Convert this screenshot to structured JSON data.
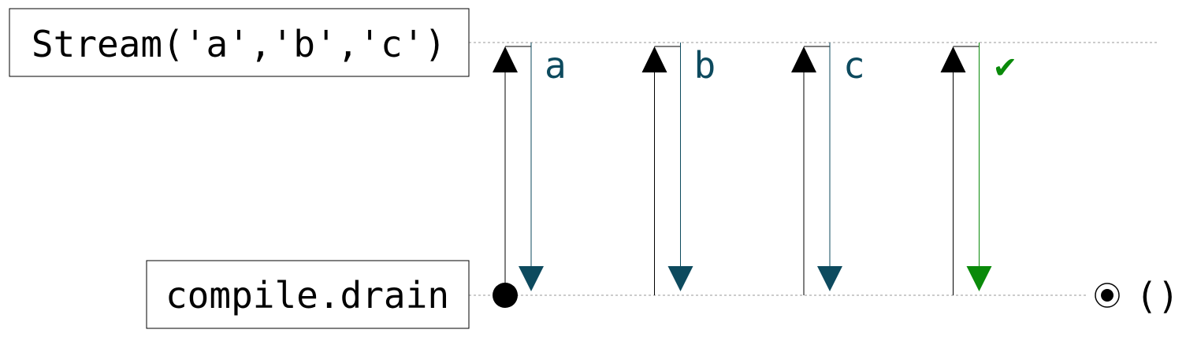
{
  "source": {
    "label": "Stream('a','b','c')"
  },
  "sink": {
    "label": "compile.drain"
  },
  "result": {
    "label": "()"
  },
  "emissions": [
    {
      "label": "a",
      "kind": "element"
    },
    {
      "label": "b",
      "kind": "element"
    },
    {
      "label": "c",
      "kind": "element"
    },
    {
      "label": "✔",
      "kind": "complete"
    }
  ],
  "colors": {
    "element": "#0d4a5e",
    "complete": "#0a8a0a",
    "request": "#000000",
    "lane": "#999999",
    "box_border": "#000000"
  }
}
